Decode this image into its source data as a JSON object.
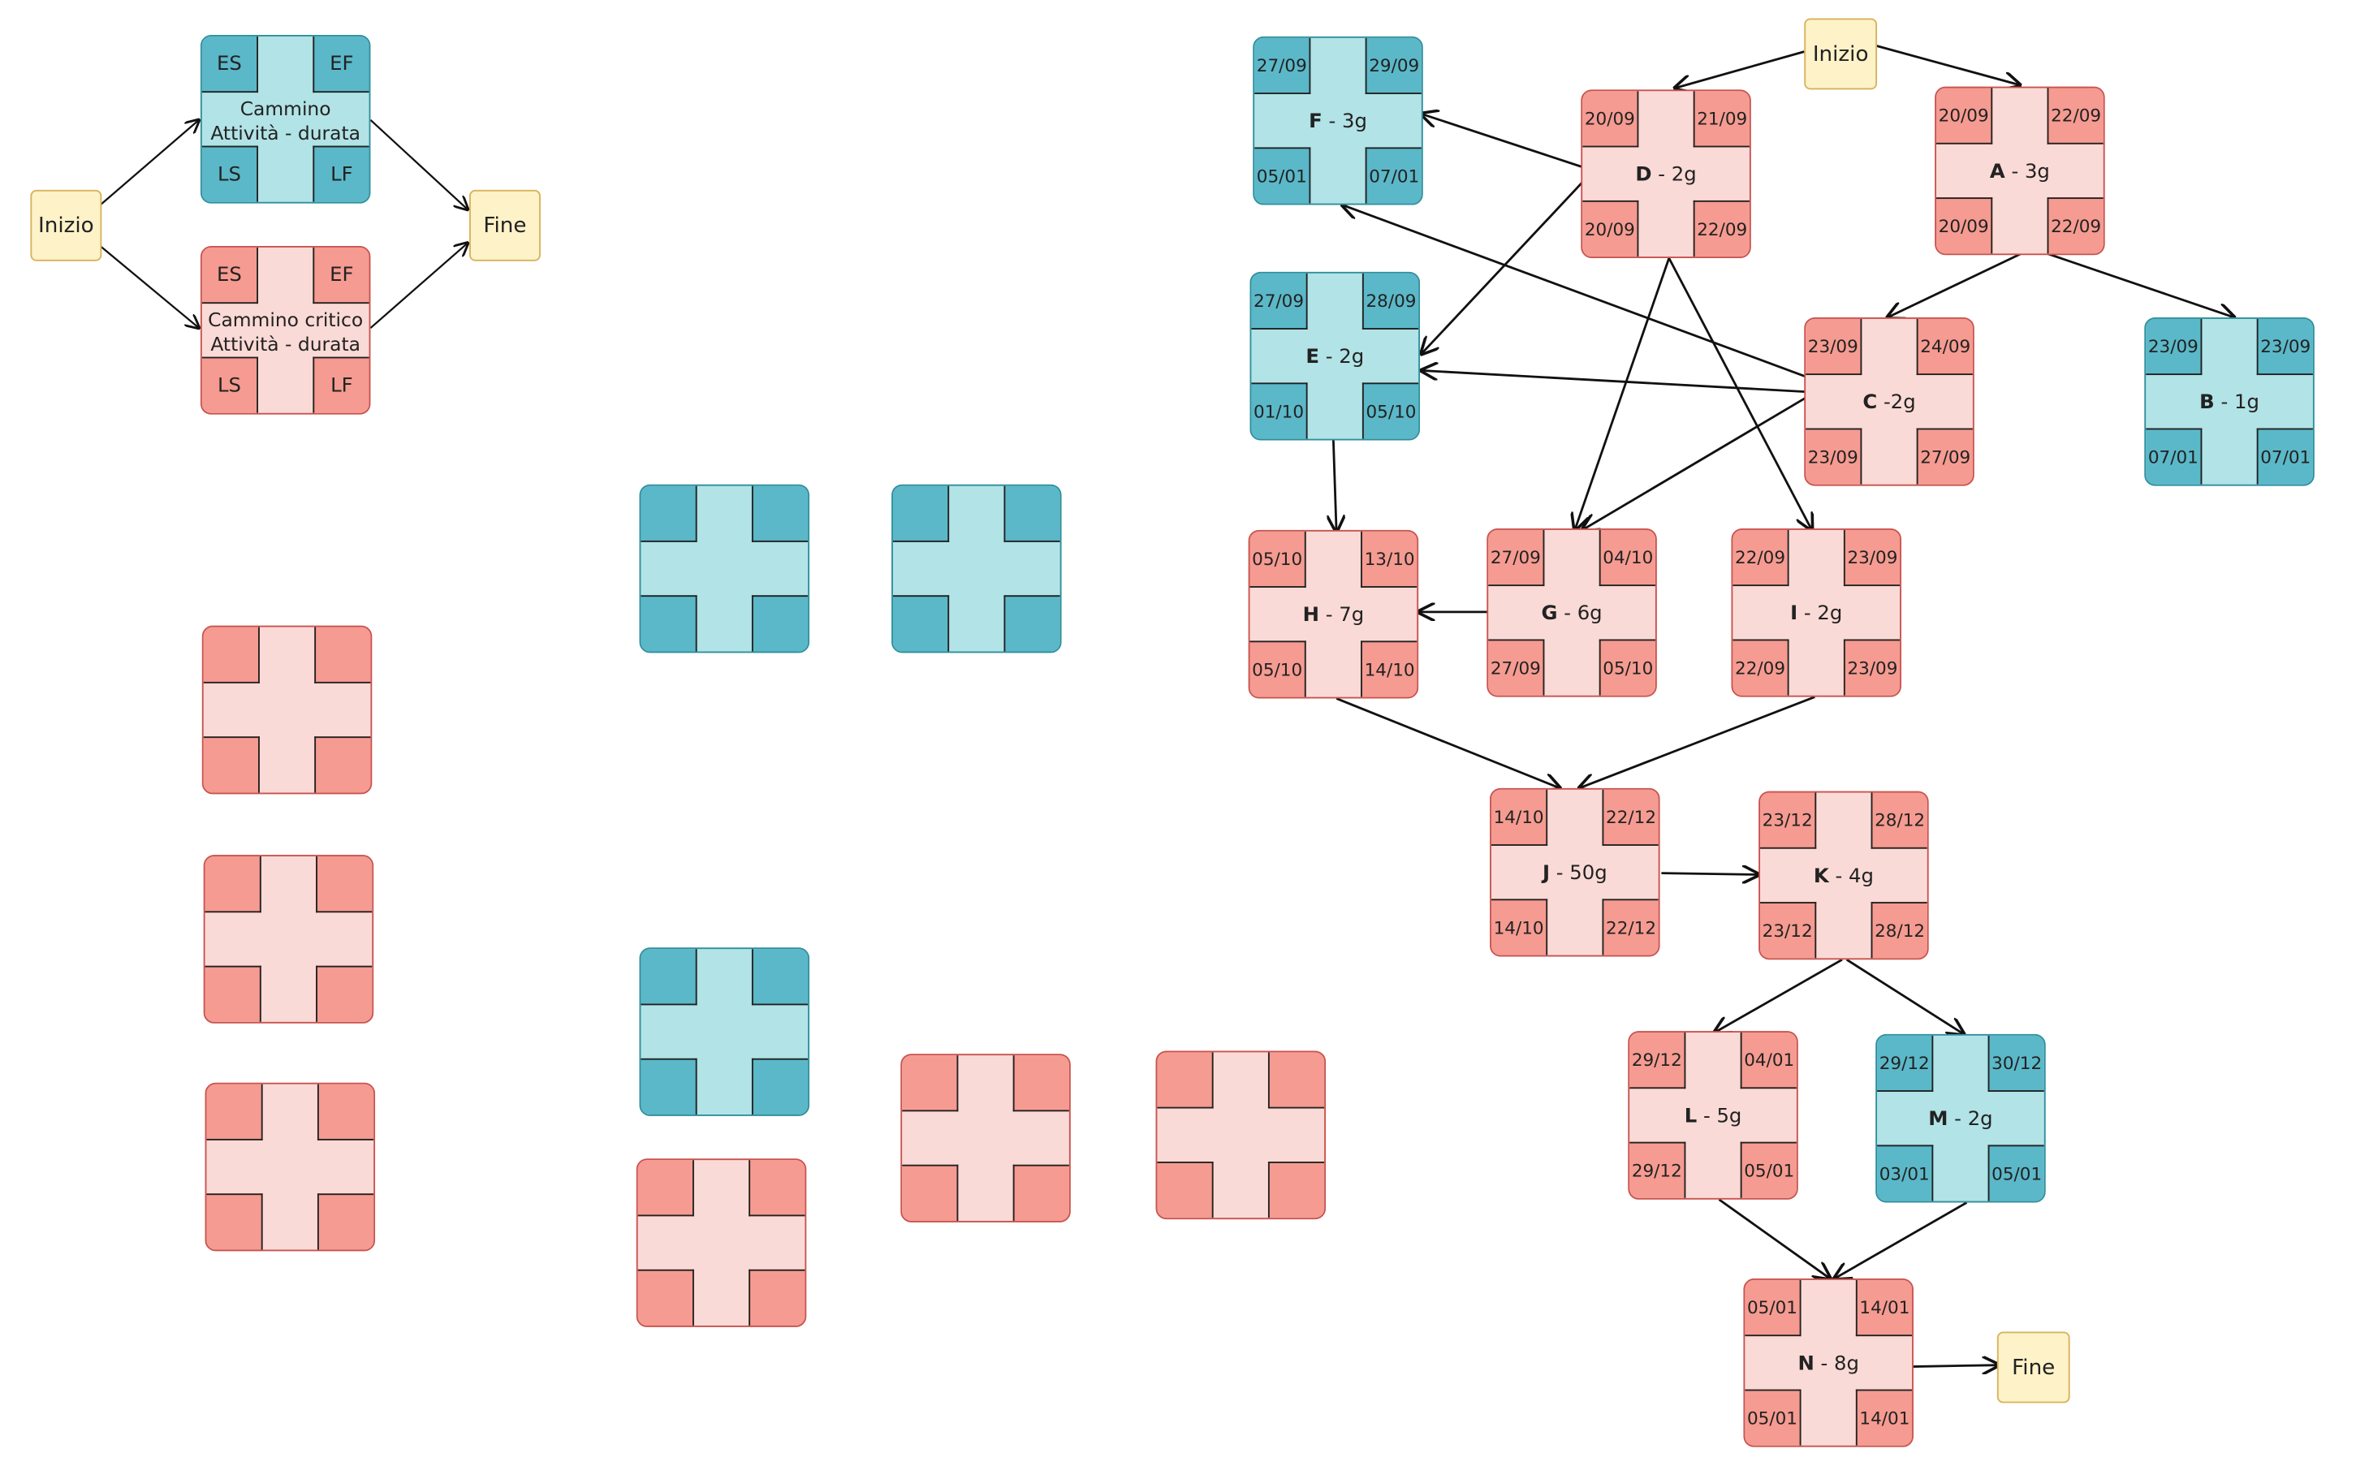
{
  "legend": {
    "start": "Inizio",
    "end": "Fine",
    "path": {
      "es": "ES",
      "ef": "EF",
      "ls": "LS",
      "lf": "LF",
      "line1": "Cammino",
      "line2": "Attività - durata"
    },
    "critical": {
      "es": "ES",
      "ef": "EF",
      "ls": "LS",
      "lf": "LF",
      "line1": "Cammino critico",
      "line2": "Attività - durata"
    }
  },
  "terminals": {
    "start": "Inizio",
    "end": "Fine"
  },
  "activities": {
    "F": {
      "name": "F",
      "duration": " - 3g",
      "es": "27/09",
      "ef": "29/09",
      "ls": "05/01",
      "lf": "07/01",
      "critical": false
    },
    "D": {
      "name": "D",
      "duration": " - 2g",
      "es": "20/09",
      "ef": "21/09",
      "ls": "20/09",
      "lf": "22/09",
      "critical": true
    },
    "A": {
      "name": "A",
      "duration": " - 3g",
      "es": "20/09",
      "ef": "22/09",
      "ls": "20/09",
      "lf": "22/09",
      "critical": true
    },
    "E": {
      "name": "E",
      "duration": " - 2g",
      "es": "27/09",
      "ef": "28/09",
      "ls": "01/10",
      "lf": "05/10",
      "critical": false
    },
    "C": {
      "name": "C",
      "duration": " -2g",
      "es": "23/09",
      "ef": "24/09",
      "ls": "23/09",
      "lf": "27/09",
      "critical": true
    },
    "B": {
      "name": "B",
      "duration": " - 1g",
      "es": "23/09",
      "ef": "23/09",
      "ls": "07/01",
      "lf": "07/01",
      "critical": false
    },
    "H": {
      "name": "H",
      "duration": " - 7g",
      "es": "05/10",
      "ef": "13/10",
      "ls": "05/10",
      "lf": "14/10",
      "critical": true
    },
    "G": {
      "name": "G",
      "duration": " - 6g",
      "es": "27/09",
      "ef": "04/10",
      "ls": "27/09",
      "lf": "05/10",
      "critical": true
    },
    "I": {
      "name": "I",
      "duration": " - 2g",
      "es": "22/09",
      "ef": "23/09",
      "ls": "22/09",
      "lf": "23/09",
      "critical": true
    },
    "J": {
      "name": "J",
      "duration": " - 50g",
      "es": "14/10",
      "ef": "22/12",
      "ls": "14/10",
      "lf": "22/12",
      "critical": true
    },
    "K": {
      "name": "K",
      "duration": " - 4g",
      "es": "23/12",
      "ef": "28/12",
      "ls": "23/12",
      "lf": "28/12",
      "critical": true
    },
    "L": {
      "name": "L",
      "duration": " - 5g",
      "es": "29/12",
      "ef": "04/01",
      "ls": "29/12",
      "lf": "05/01",
      "critical": true
    },
    "M": {
      "name": "M",
      "duration": " - 2g",
      "es": "29/12",
      "ef": "30/12",
      "ls": "03/01",
      "lf": "05/01",
      "critical": false
    },
    "N": {
      "name": "N",
      "duration": " - 8g",
      "es": "05/01",
      "ef": "14/01",
      "ls": "05/01",
      "lf": "14/01",
      "critical": true
    }
  },
  "dependencies": [
    [
      "Inizio",
      "D"
    ],
    [
      "Inizio",
      "A"
    ],
    [
      "D",
      "F"
    ],
    [
      "D",
      "E"
    ],
    [
      "D",
      "G"
    ],
    [
      "D",
      "I"
    ],
    [
      "A",
      "C"
    ],
    [
      "A",
      "B"
    ],
    [
      "C",
      "F"
    ],
    [
      "C",
      "E"
    ],
    [
      "C",
      "G"
    ],
    [
      "E",
      "H"
    ],
    [
      "G",
      "H"
    ],
    [
      "H",
      "J"
    ],
    [
      "I",
      "J"
    ],
    [
      "J",
      "K"
    ],
    [
      "K",
      "L"
    ],
    [
      "K",
      "M"
    ],
    [
      "L",
      "N"
    ],
    [
      "M",
      "N"
    ],
    [
      "N",
      "Fine"
    ]
  ],
  "blank_nodes": [
    {
      "critical": false
    },
    {
      "critical": false
    },
    {
      "critical": true
    },
    {
      "critical": true
    },
    {
      "critical": true
    },
    {
      "critical": false
    },
    {
      "critical": true
    },
    {
      "critical": true
    },
    {
      "critical": true
    }
  ]
}
